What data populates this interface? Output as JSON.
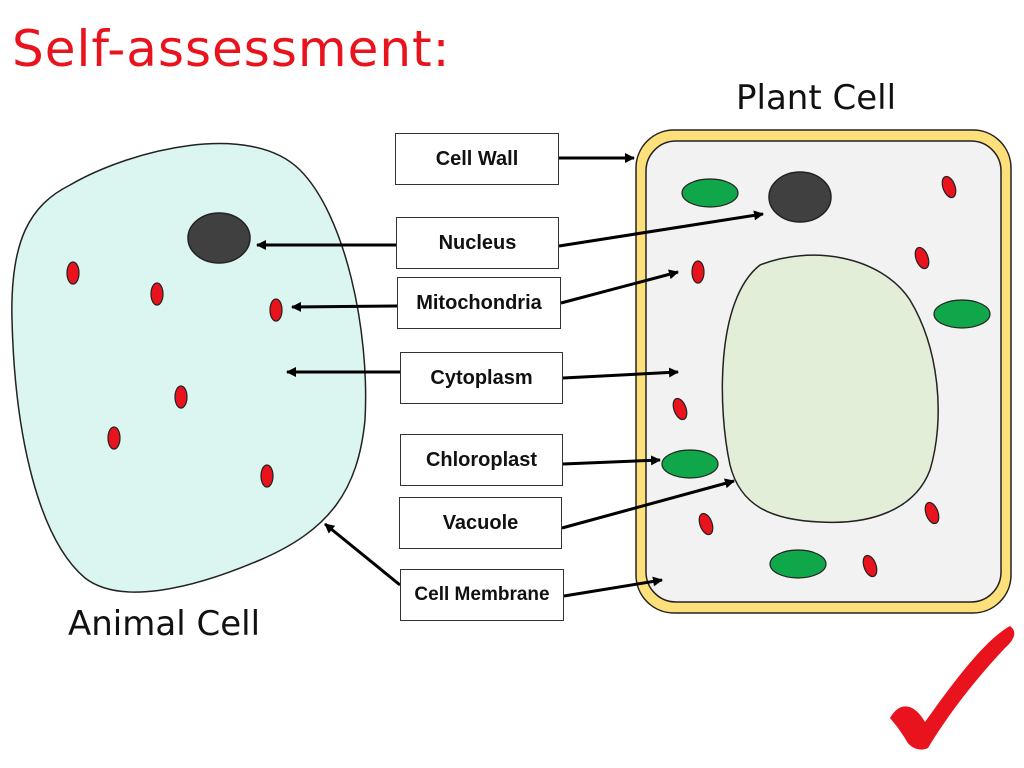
{
  "title": "Self-assessment:",
  "plant_caption": "Plant Cell",
  "animal_caption": "Animal Cell",
  "labels": {
    "cell_wall": "Cell Wall",
    "nucleus": "Nucleus",
    "mitochondria": "Mitochondria",
    "cytoplasm": "Cytoplasm",
    "chloroplast": "Chloroplast",
    "vacuole": "Vacuole",
    "cell_membrane": "Cell Membrane"
  },
  "colors": {
    "title": "#e8131d",
    "animal_cytoplasm": "#dbf5f0",
    "plant_wall": "#fde07a",
    "plant_cytoplasm": "#f2f2f2",
    "vacuole": "#e3eed8",
    "nucleus": "#404040",
    "mitochondria": "#e8131d",
    "chloroplast": "#10a64a",
    "checkmark": "#e8131d"
  }
}
